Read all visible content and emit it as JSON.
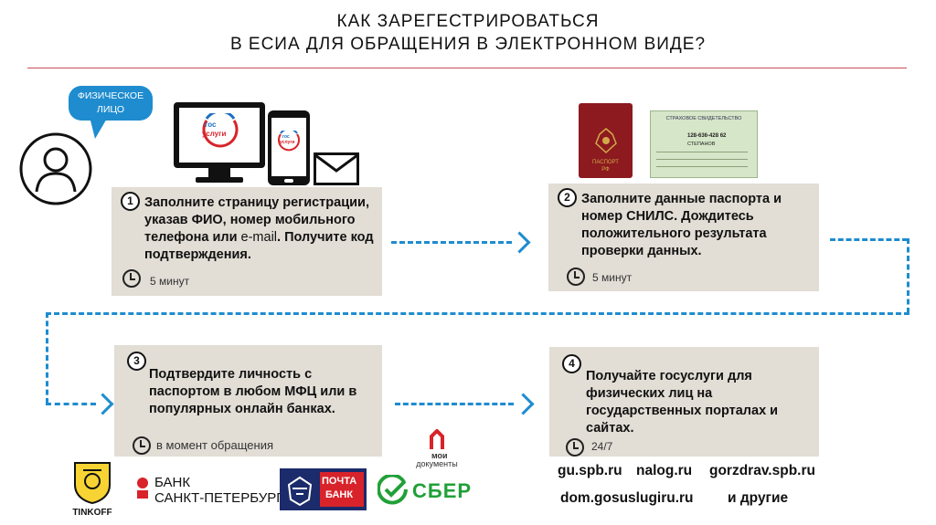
{
  "header": {
    "title_line1": "КАК ЗАРЕГЕСТРИРОВАТЬСЯ",
    "title_line2": "В ЕСИА ДЛЯ ОБРАЩЕНИЯ В ЭЛЕКТРОННОМ ВИДЕ?"
  },
  "person": {
    "bubble_line1": "ФИЗИЧЕСКОЕ",
    "bubble_line2": "ЛИЦО"
  },
  "devices": {
    "monitor_logo_top": "гос",
    "monitor_logo_bottom": "услуги",
    "phone_logo_top": "гос",
    "phone_logo_bottom": "услуги"
  },
  "documents": {
    "passport_line1": "ПАСПОРТ",
    "passport_line2": "РФ",
    "snils_title": "СТРАХОВОЕ СВИДЕТЕЛЬСТВО",
    "snils_number": "128-636-428 62",
    "snils_name": "СТЕПАНОВ"
  },
  "steps": [
    {
      "number": "1",
      "text_a": "Заполните страницу регистрации, указав ФИО, номер мобильного телефона или ",
      "text_b": "e-mail",
      "text_c": ". Получите код подтверждения.",
      "time": "5 минут"
    },
    {
      "number": "2",
      "text": "Заполните данные паспорта и номер СНИЛС. Дождитесь положительного результата проверки данных.",
      "time": "5 минут"
    },
    {
      "number": "3",
      "text": "Подтвердите личность с паспортом в любом МФЦ или в популярных онлайн банках.",
      "time": "в момент обращения"
    },
    {
      "number": "4",
      "text": "Получайте госуслуги для физических лиц на государственных порталах и сайтах.",
      "time": "24/7"
    }
  ],
  "banks": {
    "tinkoff": "TINKOFF",
    "bspb_line1": "БАНК",
    "bspb_line2": "САНКТ-ПЕТЕРБУРГ",
    "pochta_line1": "ПОЧТА",
    "pochta_line2": "БАНК",
    "sber": "СБЕР",
    "moi_line1": "мои",
    "moi_line2": "документы"
  },
  "sites": {
    "row1": [
      "gu.spb.ru",
      "nalog.ru",
      "gorzdrav.spb.ru"
    ],
    "row2_a": "dom.gosuslugiru.ru",
    "row2_b": "и другие"
  },
  "colors": {
    "accent_blue": "#1e8ccf",
    "card_bg": "#e2ddd5",
    "red": "#d8232a",
    "rule": "#c8505a"
  }
}
